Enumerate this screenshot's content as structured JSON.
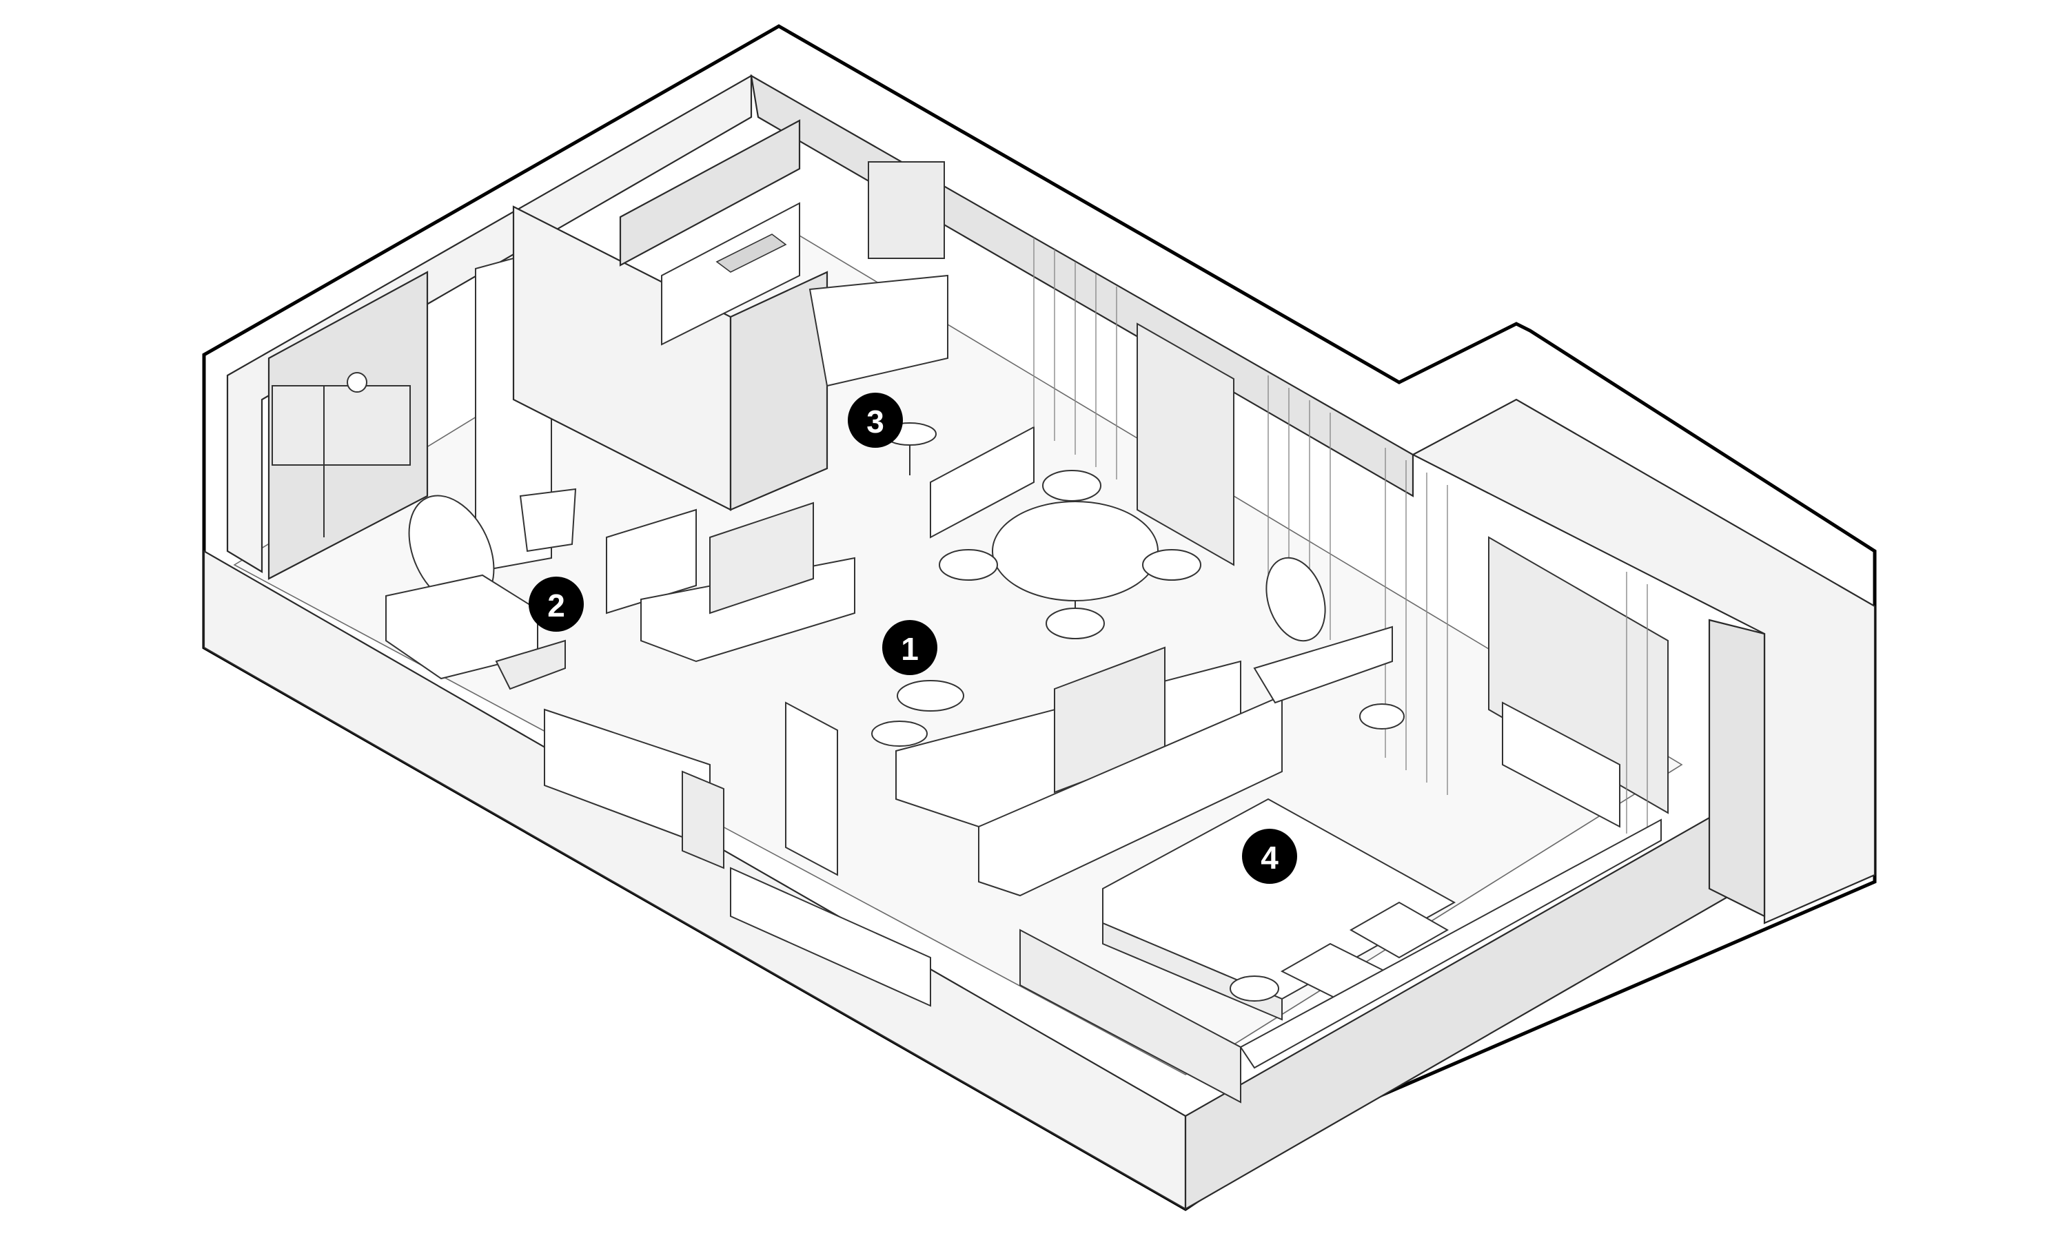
{
  "markers": [
    {
      "id": "marker-1",
      "label": "1"
    },
    {
      "id": "marker-2",
      "label": "2"
    },
    {
      "id": "marker-3",
      "label": "3"
    },
    {
      "id": "marker-4",
      "label": "4"
    }
  ],
  "colors": {
    "background": "#ffffff",
    "outline": "#000000",
    "marker_fill": "#000000",
    "marker_text": "#ffffff"
  }
}
